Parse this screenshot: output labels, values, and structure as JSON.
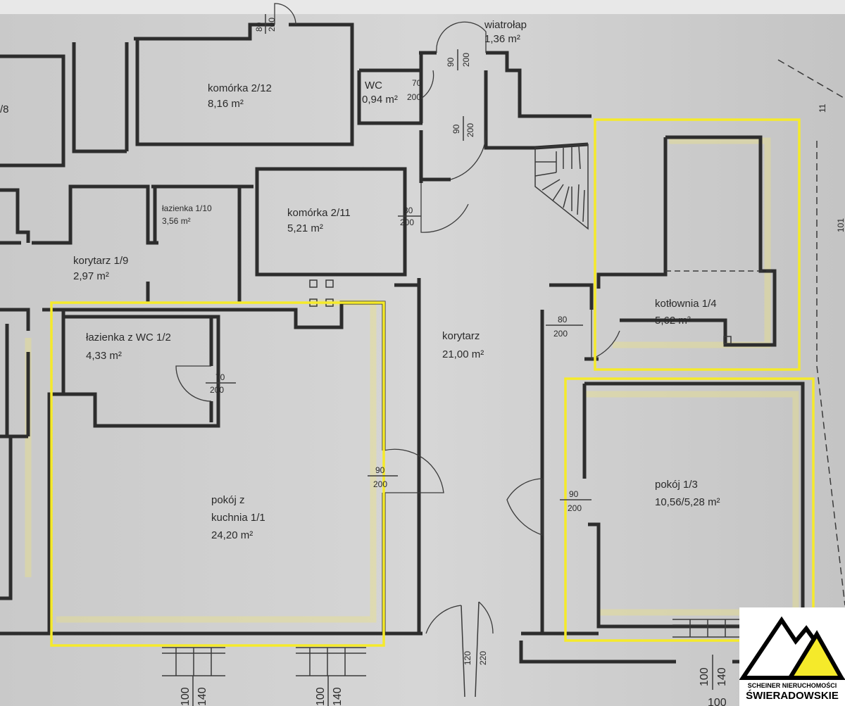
{
  "rooms": {
    "komorka_2_12": {
      "name": "komórka 2/12",
      "area": "8,16 m²"
    },
    "wc": {
      "name": "WC",
      "area": "0,94 m²"
    },
    "wiatrolap": {
      "name": "wiatrołap",
      "area": "1,36 m²"
    },
    "lazienka_1_10": {
      "name": "łazienka 1/10",
      "area": "3,56 m²"
    },
    "komorka_2_11": {
      "name": "komórka 2/11",
      "area": "5,21 m²"
    },
    "korytarz_1_9": {
      "name": "korytarz 1/9",
      "area": "2,97 m²"
    },
    "lazienka_1_2": {
      "name": "łazienka z WC 1/2",
      "area": "4,33 m²"
    },
    "pokoj_1_1": {
      "line1": "pokój z",
      "line2": "kuchnia 1/1",
      "area": "24,20 m²"
    },
    "korytarz": {
      "name": "korytarz",
      "area": "21,00 m²"
    },
    "kotlownia_1_4": {
      "name": "kotłownia 1/4",
      "area": "5,62 m²"
    },
    "pokoj_1_3": {
      "name": "pokój 1/3",
      "area": "10,56/5,28 m²"
    },
    "edge_fragment": {
      "name": "/8"
    }
  },
  "doors": {
    "d_top": {
      "w": "80",
      "h": "200"
    },
    "d_wiatrolap": {
      "w": "90",
      "h": "200"
    },
    "d_wc": {
      "w": "70",
      "h": "200"
    },
    "d_hall_top": {
      "w": "90",
      "h": "200"
    },
    "d_komorka": {
      "w": "80",
      "h": "200"
    },
    "d_lazienka": {
      "w": "70",
      "h": "200"
    },
    "d_kotlownia": {
      "w": "80",
      "h": "200"
    },
    "d_pokoj11": {
      "w": "90",
      "h": "200"
    },
    "d_pokoj13": {
      "w": "90",
      "h": "200"
    },
    "d_entry": {
      "w": "120",
      "h": "220"
    }
  },
  "windows": {
    "w1": {
      "w": "100",
      "h": "140"
    },
    "w2": {
      "w": "100",
      "h": "140"
    },
    "w3": {
      "w": "100",
      "h": "140"
    },
    "w4": {
      "w": "100"
    }
  },
  "edge_marks": {
    "m1": "11",
    "m2": "101"
  },
  "logo": {
    "line1": "SCHEINER NIERUCHOMOŚCI",
    "line2": "ŚWIERADOWSKIE"
  },
  "colors": {
    "highlight": "#f5ea2a",
    "logo_yellow": "#f5ea2a"
  }
}
